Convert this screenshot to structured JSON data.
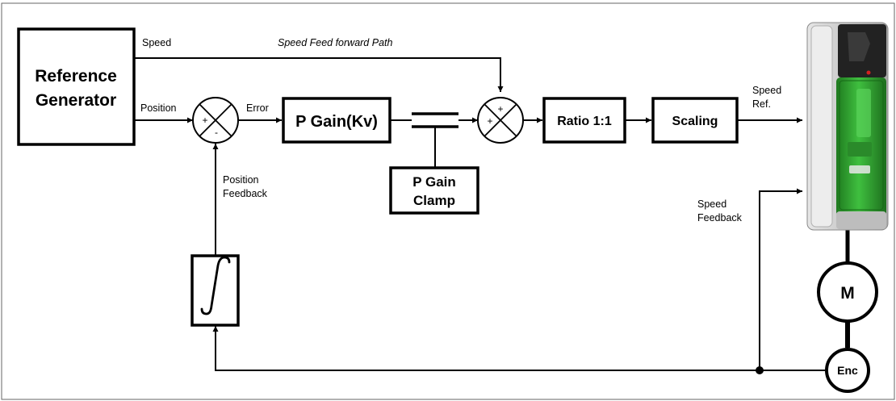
{
  "blocks": {
    "reference_generator": [
      "Reference",
      "Generator"
    ],
    "p_gain": "P Gain(Kv)",
    "p_gain_clamp": [
      "P Gain",
      "Clamp"
    ],
    "ratio": "Ratio 1:1",
    "scaling": "Scaling",
    "motor": "M",
    "encoder": "Enc"
  },
  "signals": {
    "speed": "Speed",
    "position": "Position",
    "error": "Error",
    "speed_feed_forward": "Speed Feed forward Path",
    "speed_ref": [
      "Speed",
      "Ref."
    ],
    "position_feedback": [
      "Position",
      "Feedback"
    ],
    "speed_feedback": [
      "Speed",
      "Feedback"
    ]
  },
  "summing_signs": {
    "first": {
      "left": "+",
      "bottom": "-"
    },
    "second": {
      "top": "+",
      "left": "+"
    }
  },
  "colors": {
    "drive_green": "#2e9a2e",
    "drive_body": "#cfcfcf"
  }
}
